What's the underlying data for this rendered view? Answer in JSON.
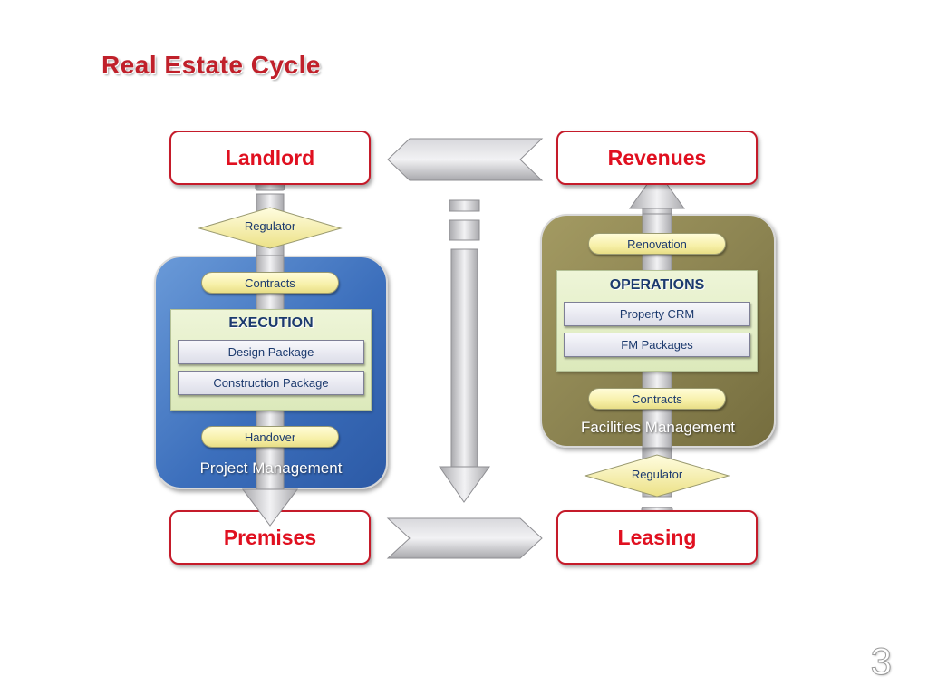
{
  "title": "Real Estate Cycle",
  "corners": {
    "landlord": "Landlord",
    "revenues": "Revenues",
    "premises": "Premises",
    "leasing": "Leasing"
  },
  "project_management": {
    "label": "Project Management",
    "regulator": "Regulator",
    "contracts": "Contracts",
    "execution": {
      "title": "EXECUTION",
      "items": [
        "Design Package",
        "Construction Package"
      ]
    },
    "handover": "Handover"
  },
  "facilities_management": {
    "label": "Facilities Management",
    "renovation": "Renovation",
    "operations": {
      "title": "OPERATIONS",
      "items": [
        "Property CRM",
        "FM Packages"
      ]
    },
    "contracts": "Contracts",
    "regulator": "Regulator"
  },
  "page_number": "3",
  "colors": {
    "title_red": "#c0202a",
    "corner_text_red": "#e01020",
    "project_blue": "#3c6fbc",
    "facilities_olive": "#8a8250",
    "pill_yellow": "#f7f0a8",
    "text_navy": "#1c3a6e"
  }
}
